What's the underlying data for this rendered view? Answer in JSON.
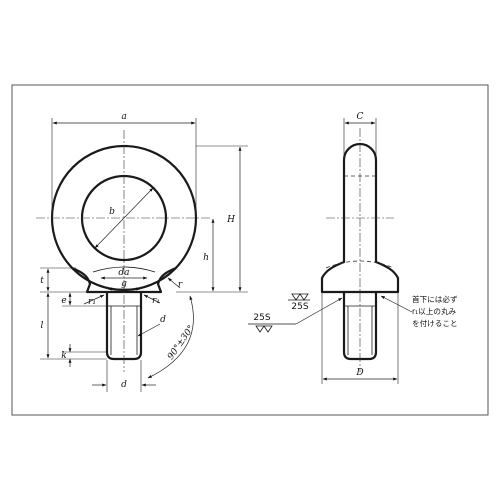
{
  "labels": {
    "a": "a",
    "b": "b",
    "c": "C",
    "h_upper": "H",
    "h_lower": "h",
    "da": "da",
    "g": "g",
    "r1_left": "r₁",
    "r1_right": "r₁",
    "r": "r",
    "t": "t",
    "e": "e",
    "l": "l",
    "k": "k",
    "d_thread": "d",
    "d_bottom": "d",
    "D": "D",
    "angle": "90°±30°",
    "surface_left": "25S",
    "surface_right": "25S"
  },
  "note": {
    "line1": "首下には必ず",
    "line2": "r₁以上の丸み",
    "line3": "を付けること"
  },
  "colors": {
    "line": "#1a1a1a",
    "background": "#ffffff",
    "frame": "#555555"
  }
}
